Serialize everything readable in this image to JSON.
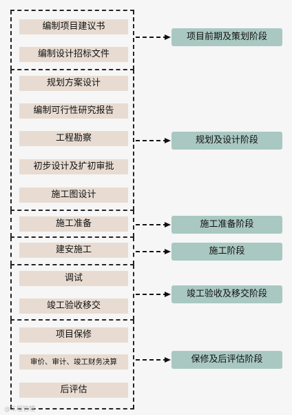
{
  "stages": [
    {
      "steps": [
        "编制项目建议书",
        "编制设计招标文件"
      ],
      "phase": "项目前期及策划阶段"
    },
    {
      "steps": [
        "规划方案设计",
        "编制可行性研究报告",
        "工程勘察",
        "初步设计及扩初审批",
        "施工图设计"
      ],
      "phase": "规划及设计阶段"
    },
    {
      "steps": [
        "施工准备"
      ],
      "phase": "施工准备阶段"
    },
    {
      "steps": [
        "建安施工"
      ],
      "phase": "施工阶段"
    },
    {
      "steps": [
        "调试",
        "竣工验收移交"
      ],
      "phase": "竣工验收及移交阶段"
    },
    {
      "steps": [
        "项目保修",
        "审价、审计、竣工财务决算",
        "后评估"
      ],
      "phase": "保修及后评估阶段"
    }
  ],
  "watermark": "@工程管理"
}
